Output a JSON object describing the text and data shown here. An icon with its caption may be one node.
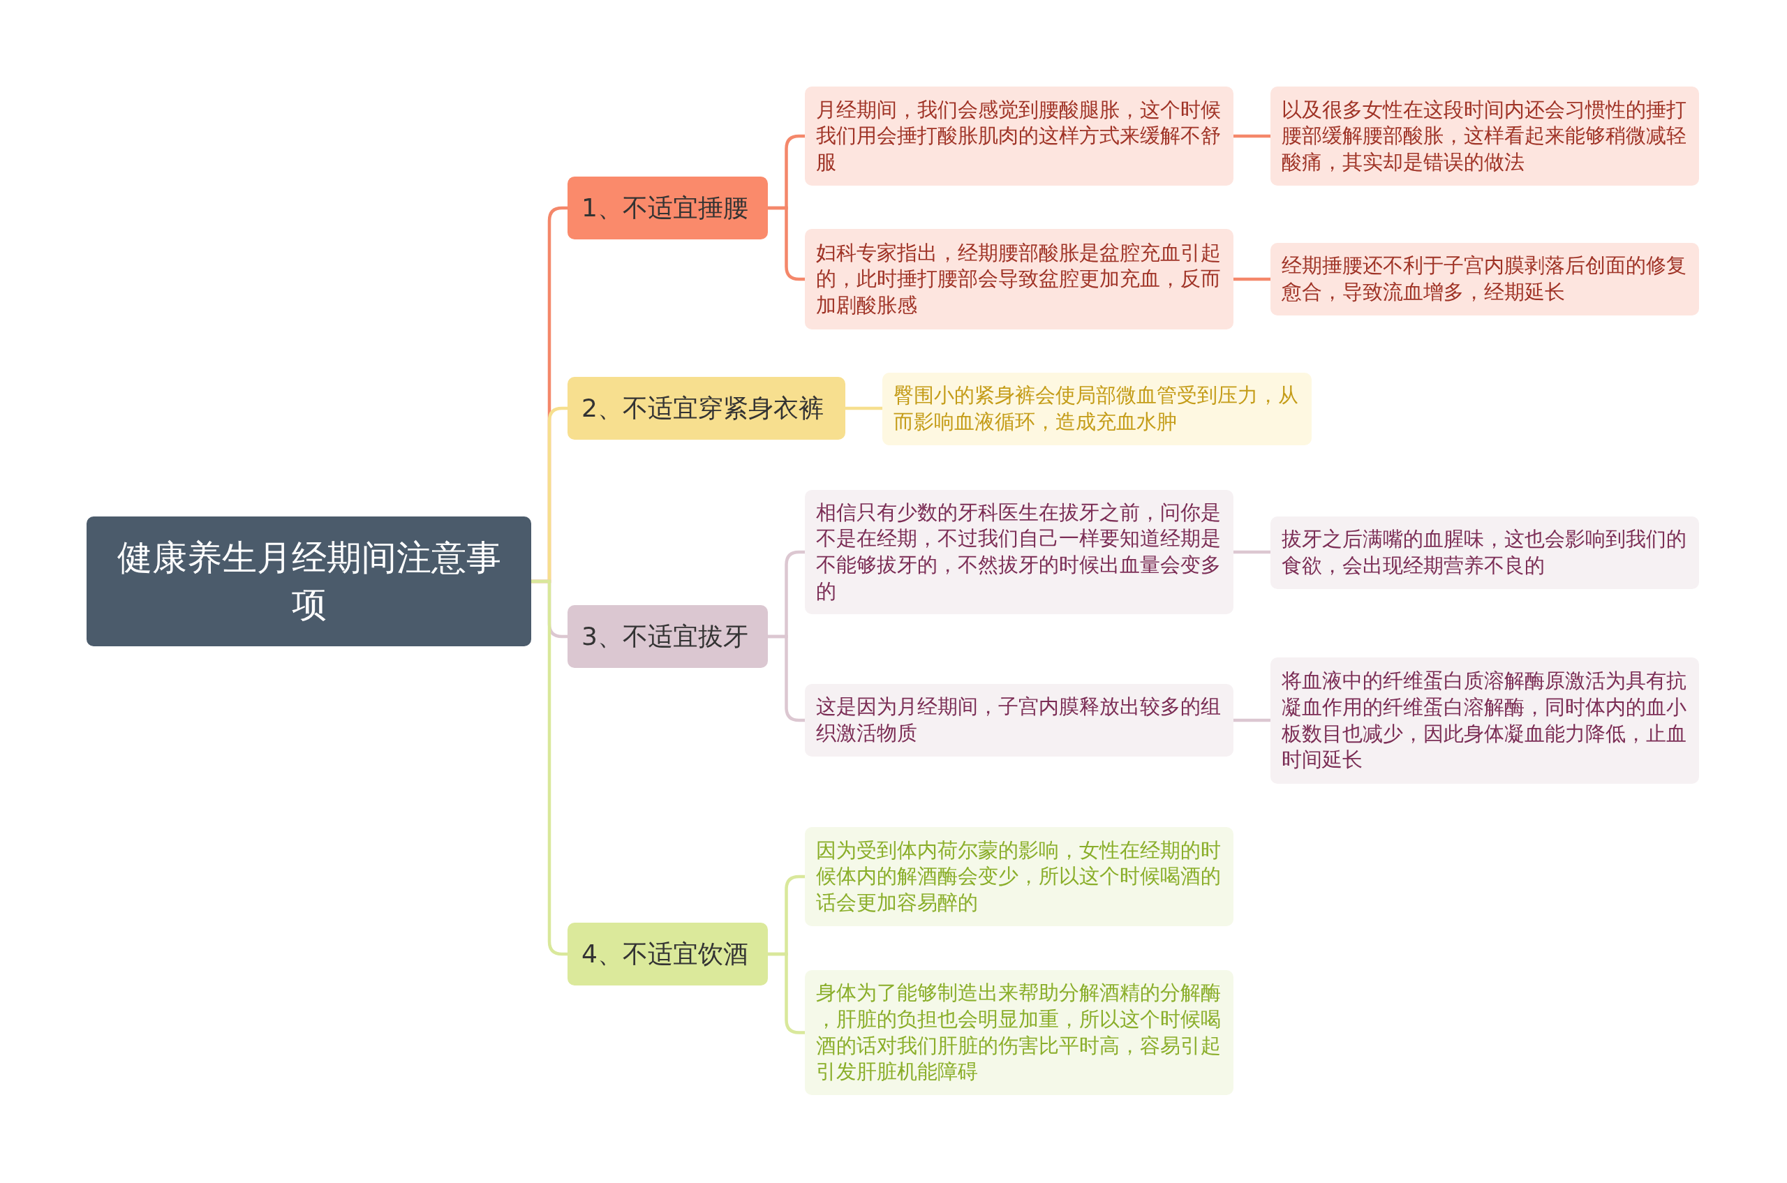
{
  "diagram": {
    "nodes": [
      {
        "text": [
          "健康养生月经期间注意事项"
        ]
      },
      {
        "text": [
          "1、不适宜捶腰"
        ]
      },
      {
        "text": [
          "月经期间，我们会感觉到腰酸腿胀，这个时候我们用会捶打酸胀肌肉的这样方式来缓解不舒服"
        ]
      },
      {
        "text": [
          "以及很多女性在这段时间内还会习惯性的捶打腰部缓解腰部酸胀，这样看起来能够稍微减轻酸痛，其实却是错误的做法"
        ]
      },
      {
        "text": [
          "妇科专家指出，经期腰部酸胀是盆腔充血引起的，此时捶打腰部会导致盆腔更加充血，反而加剧酸胀感"
        ]
      },
      {
        "text": [
          "经期捶腰还不利于子宫内膜剥落后创面的修复愈合，导致流血增多，经期延长"
        ]
      },
      {
        "text": [
          "2、不适宜穿紧身衣裤"
        ]
      },
      {
        "text": [
          "臀围小的紧身裤会使局部微血管受到压力，从而影响血液循环，造成充血水肿"
        ]
      },
      {
        "text": [
          "3、不适宜拔牙"
        ]
      },
      {
        "text": [
          "相信只有少数的牙科医生在拔牙之前，问你是不是在经期，不过我们自己一样要知道经期是不能够拔牙的，不然拔牙的时候出血量会变多的"
        ]
      },
      {
        "text": [
          "拔牙之后满嘴的血腥味，这也会影响到我们的食欲，会出现经期营养不良的"
        ]
      },
      {
        "text": [
          "这是因为月经期间，子宫内膜释放出较多的组织激活物质"
        ]
      },
      {
        "text": [
          "将血液中的纤维蛋白质溶解酶原激活为具有抗凝血作用的纤维蛋白溶解酶，同时体内的血小板数目也减少，因此身体凝血能力降低，止血时间延长"
        ]
      },
      {
        "text": [
          "4、不适宜饮酒"
        ]
      },
      {
        "text": [
          "因为受到体内荷尔蒙的影响，女性在经期的时候体内的解酒酶会变少，所以这个时候喝酒的话会更加容易醉的"
        ]
      },
      {
        "text": [
          "身体为了能够制造出来帮助分解酒精的分解酶，肝脏的负担也会明显加重，所以这个时候喝酒的话对我们肝脏的伤害比平时高，容易引起引发肝脏机能障碍"
        ]
      }
    ],
    "edges": [
      {
        "from": 0,
        "to": 1,
        "arrow": "none",
        "color": "#f4876a"
      },
      {
        "from": 1,
        "to": 2,
        "arrow": "none",
        "color": "#f4876a"
      },
      {
        "from": 2,
        "to": 3,
        "arrow": "none",
        "color": "#f4876a"
      },
      {
        "from": 1,
        "to": 4,
        "arrow": "none",
        "color": "#f4876a"
      },
      {
        "from": 4,
        "to": 5,
        "arrow": "none",
        "color": "#f4876a"
      },
      {
        "from": 0,
        "to": 6,
        "arrow": "none",
        "color": "#f6df8e"
      },
      {
        "from": 6,
        "to": 7,
        "arrow": "none",
        "color": "#f6df8e"
      },
      {
        "from": 0,
        "to": 8,
        "arrow": "none",
        "color": "#dcc7d1"
      },
      {
        "from": 8,
        "to": 9,
        "arrow": "none",
        "color": "#dcc7d1"
      },
      {
        "from": 9,
        "to": 10,
        "arrow": "none",
        "color": "#dcc7d1"
      },
      {
        "from": 8,
        "to": 11,
        "arrow": "none",
        "color": "#dcc7d1"
      },
      {
        "from": 11,
        "to": 12,
        "arrow": "none",
        "color": "#dcc7d1"
      },
      {
        "from": 0,
        "to": 13,
        "arrow": "none",
        "color": "#d9e89b"
      },
      {
        "from": 13,
        "to": 14,
        "arrow": "none",
        "color": "#d9e89b"
      },
      {
        "from": 13,
        "to": 15,
        "arrow": "none",
        "color": "#d9e89b"
      }
    ]
  }
}
